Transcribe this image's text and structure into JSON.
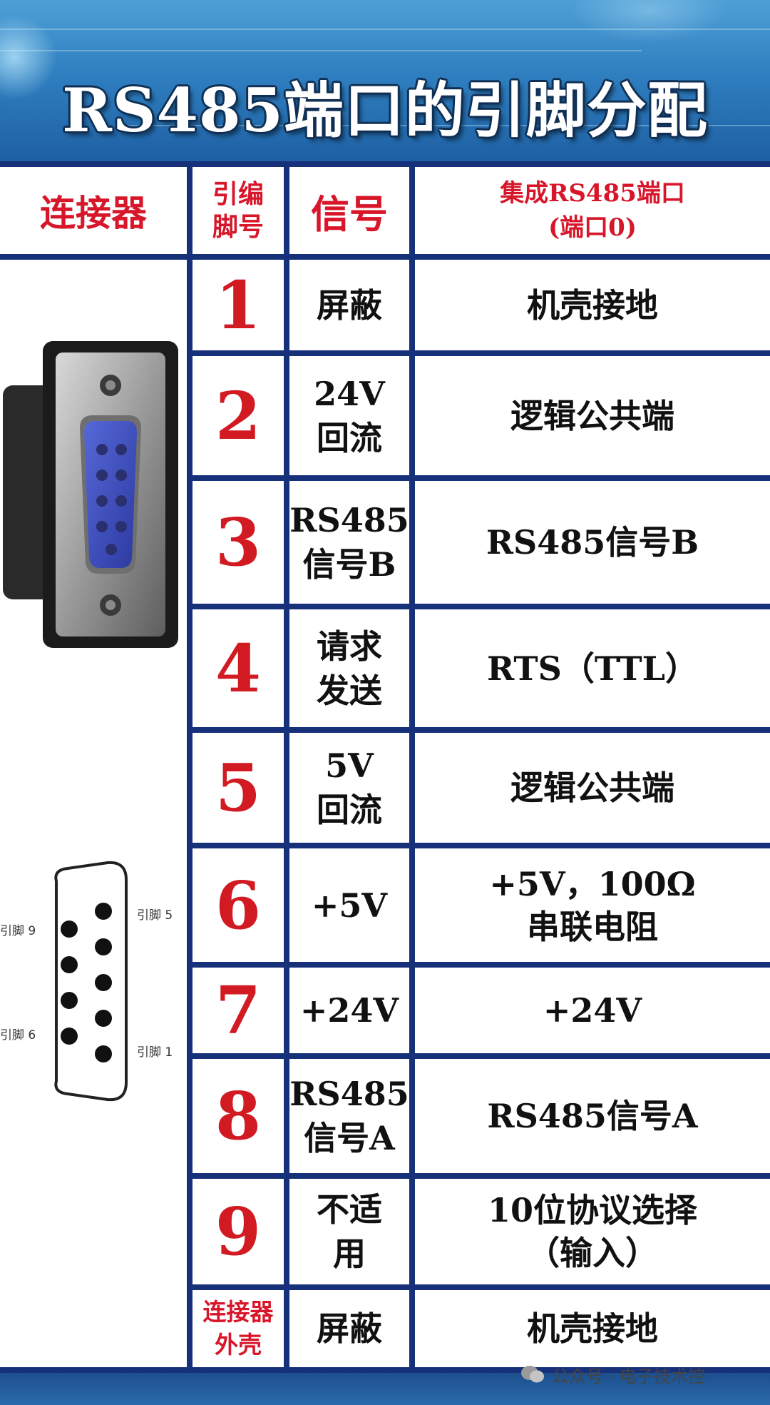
{
  "title": "RS485端口的引脚分配",
  "headers": {
    "connector": "连接器",
    "pin": "引编\n脚号",
    "signal": "信号",
    "port": "集成RS485端口\n(端口0)"
  },
  "rows": [
    {
      "pin": "1",
      "signal": "屏蔽",
      "port": "机壳接地"
    },
    {
      "pin": "2",
      "signal": "24V\n回流",
      "port": "逻辑公共端"
    },
    {
      "pin": "3",
      "signal": "RS485\n信号B",
      "port": "RS485信号B"
    },
    {
      "pin": "4",
      "signal": "请求\n发送",
      "port": "RTS（TTL）"
    },
    {
      "pin": "5",
      "signal": "5V\n回流",
      "port": "逻辑公共端"
    },
    {
      "pin": "6",
      "signal": "+5V",
      "port": "+5V，100Ω\n串联电阻"
    },
    {
      "pin": "7",
      "signal": "+24V",
      "port": "+24V"
    },
    {
      "pin": "8",
      "signal": "RS485\n信号A",
      "port": "RS485信号A"
    },
    {
      "pin": "9",
      "signal": "不适\n用",
      "port": "10位协议选择\n（输入）"
    },
    {
      "pin": "连接器\n外壳",
      "signal": "屏蔽",
      "port": "机壳接地"
    }
  ],
  "diagram_labels": {
    "pin9": "引脚 9",
    "pin5": "引脚 5",
    "pin6": "引脚 6",
    "pin1": "引脚 1"
  },
  "watermark": "公众号 · 电子技术控"
}
